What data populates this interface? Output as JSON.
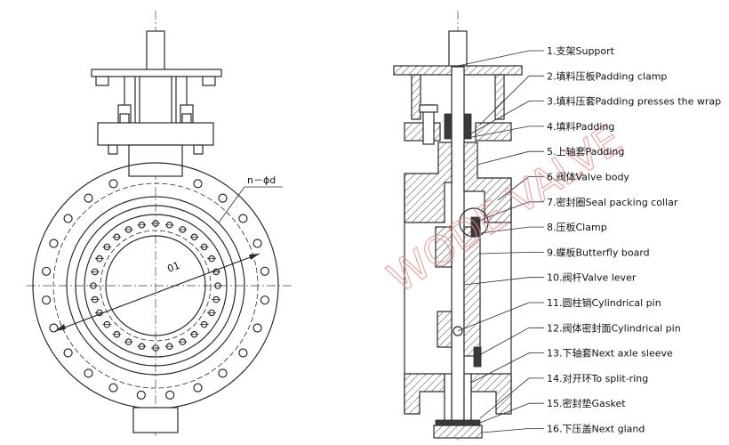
{
  "dimension_labels": {
    "bolt_holes": "n－ϕd",
    "diameter": "01"
  },
  "watermark": "WODE VALVE",
  "parts": [
    {
      "no": "1.",
      "label": "支架Support"
    },
    {
      "no": "2.",
      "label": "填料压板Padding clamp"
    },
    {
      "no": "3.",
      "label": "填料压套Padding presses the wrap"
    },
    {
      "no": "4.",
      "label": "填料Padding"
    },
    {
      "no": "5.",
      "label": "上轴套Padding"
    },
    {
      "no": "6.",
      "label": "阀体Valve body"
    },
    {
      "no": "7.",
      "label": "密封圈Seal packing collar"
    },
    {
      "no": "8.",
      "label": "压板Clamp"
    },
    {
      "no": "9.",
      "label": "蝶板Butterfly board"
    },
    {
      "no": "10.",
      "label": "阀杆Valve lever"
    },
    {
      "no": "11.",
      "label": "圆柱销Cylindrical pin"
    },
    {
      "no": "12.",
      "label": "阀体密封面Cylindrical pin"
    },
    {
      "no": "13.",
      "label": "下轴套Next axle sleeve"
    },
    {
      "no": "14.",
      "label": "对开环To split-ring"
    },
    {
      "no": "15.",
      "label": "密封垫Gasket"
    },
    {
      "no": "16.",
      "label": "下压盖Next gland"
    }
  ],
  "colors": {
    "line": "#2a2a2a",
    "watermark": "#e88a8a"
  }
}
